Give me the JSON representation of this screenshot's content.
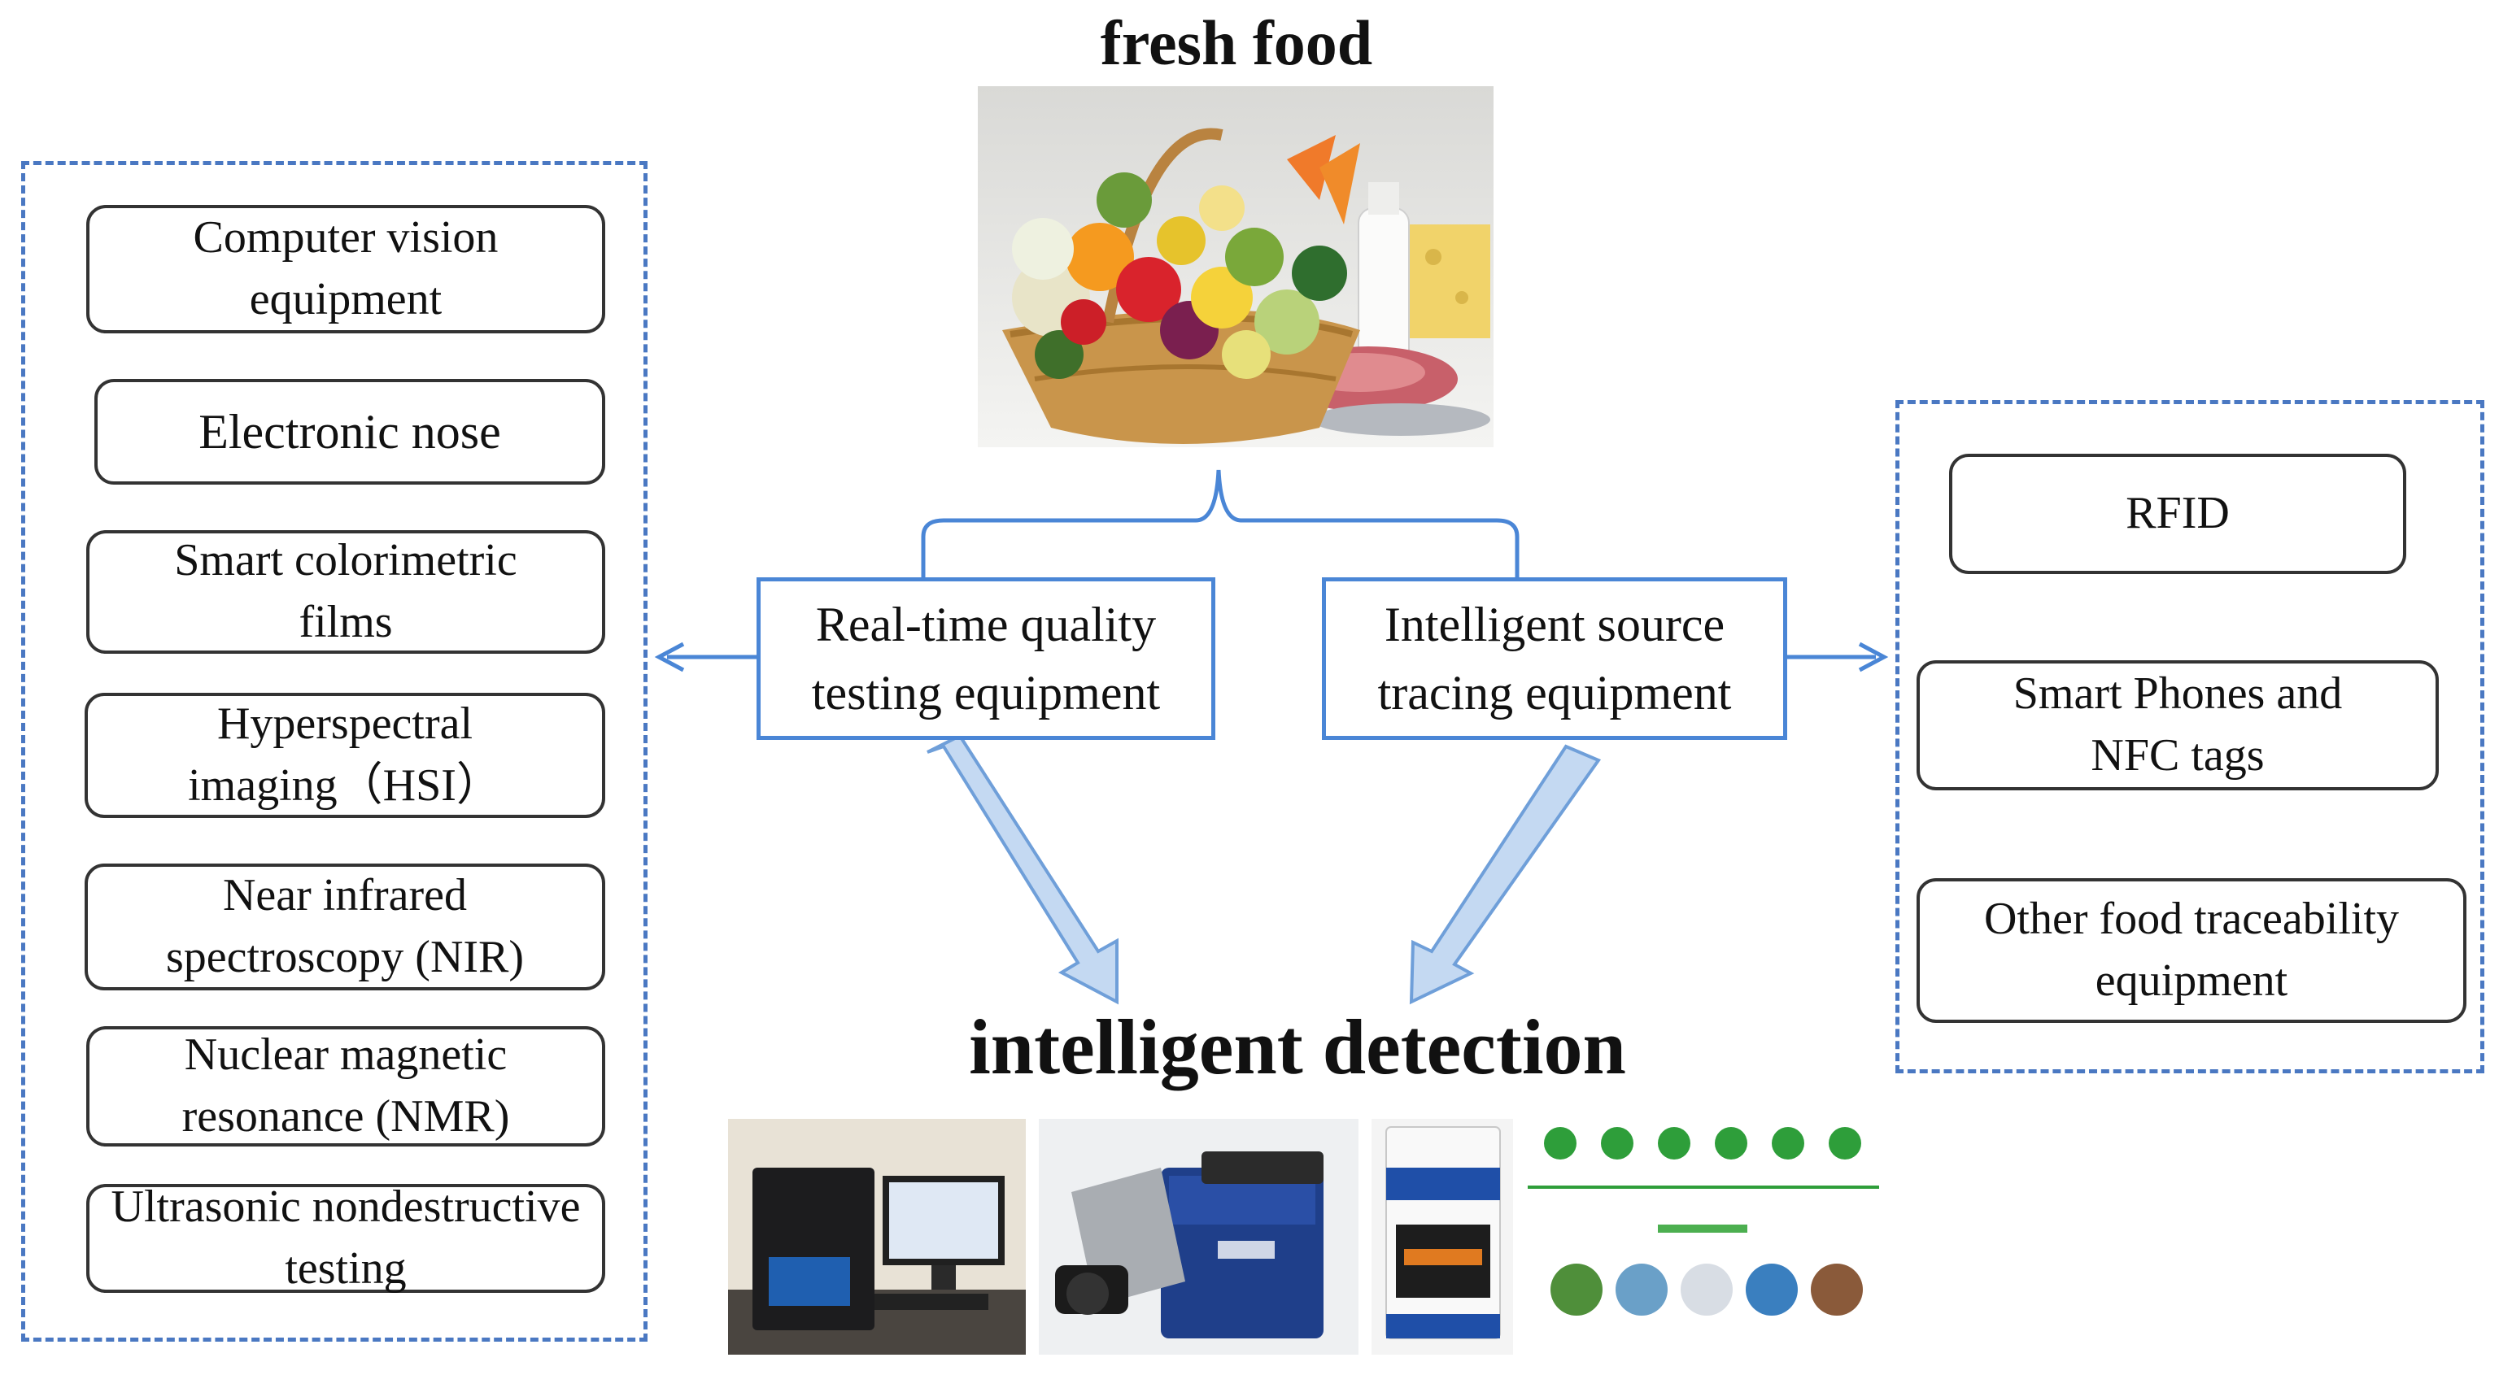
{
  "top_title": "fresh food",
  "bottom_title": "intelligent detection",
  "center": {
    "left_label": "Real-time quality testing equipment",
    "right_label": "Intelligent source tracing equipment"
  },
  "left_group": {
    "items": [
      "Computer vision equipment",
      "Electronic nose",
      "Smart colorimetric films",
      "Hyperspectral imaging（HSI）",
      "Near infrared spectroscopy (NIR)",
      "Nuclear magnetic resonance (NMR)",
      "Ultrasonic nondestructive testing"
    ]
  },
  "right_group": {
    "items": [
      "RFID",
      "Smart Phones and NFC tags",
      "Other food traceability equipment"
    ]
  },
  "colors": {
    "accent_blue": "#4a86d6",
    "dashed_border": "#4a78c2",
    "arrow_fill": "#c4d9f2",
    "arrow_stroke": "#6f9fd9"
  }
}
